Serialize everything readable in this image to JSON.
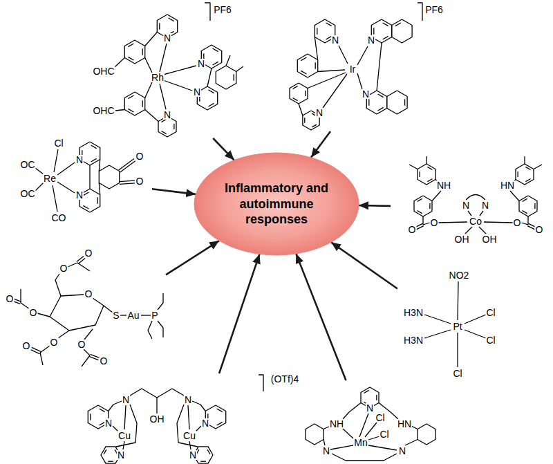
{
  "diagram": {
    "nodes": [
      {
        "text": [
          "PF6",
          "N",
          "N",
          "OHC",
          "Rh",
          "N",
          "OHC",
          "N"
        ]
      },
      {
        "text": [
          "PF6",
          "N",
          "N",
          "Ir",
          "N",
          "N"
        ]
      },
      {
        "text": [
          "Cl",
          "O",
          "OC",
          "N",
          "Re",
          "O",
          "N",
          "OC",
          "CO"
        ]
      },
      {
        "text": [
          "Inflammatory and autoimmune responses"
        ]
      },
      {
        "text": [
          "NH",
          "HN",
          "N",
          "N",
          "O",
          "O",
          "Co",
          "O",
          "O",
          "OH",
          "OH"
        ]
      },
      {
        "text": [
          "O",
          "O",
          "O",
          "O",
          "O",
          "S",
          "Au",
          "P",
          "O",
          "O",
          "O",
          "O"
        ]
      },
      {
        "text": [
          "NO2",
          "H3N",
          "Cl",
          "Pt",
          "H3N",
          "Cl",
          "Cl"
        ]
      },
      {
        "text": [
          "(OTf)4",
          "N",
          "N",
          "OH",
          "N",
          "N",
          "Cu",
          "Cu",
          "N",
          "N"
        ]
      },
      {
        "text": [
          "N",
          "Cl",
          "NH",
          "HN",
          "Cl",
          "Mn",
          "N",
          "N"
        ]
      }
    ],
    "edges": [
      {
        "from": 0,
        "to": 3,
        "arrow": "to"
      },
      {
        "from": 1,
        "to": 3,
        "arrow": "to"
      },
      {
        "from": 2,
        "to": 3,
        "arrow": "to"
      },
      {
        "from": 4,
        "to": 3,
        "arrow": "to"
      },
      {
        "from": 5,
        "to": 3,
        "arrow": "to"
      },
      {
        "from": 6,
        "to": 3,
        "arrow": "to"
      },
      {
        "from": 7,
        "to": 3,
        "arrow": "to"
      },
      {
        "from": 8,
        "to": 3,
        "arrow": "to"
      }
    ]
  }
}
